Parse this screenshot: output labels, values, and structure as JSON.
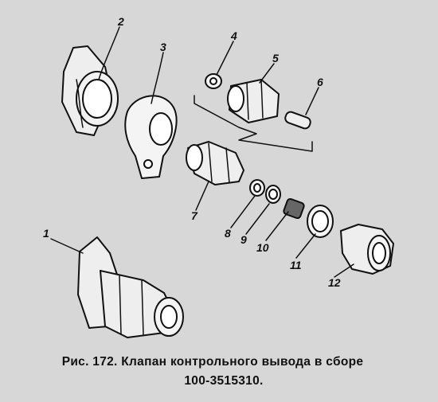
{
  "figure": {
    "callouts": [
      "1",
      "2",
      "3",
      "4",
      "5",
      "6",
      "7",
      "8",
      "9",
      "10",
      "11",
      "12"
    ]
  },
  "caption": {
    "line1": "Рис. 172. Клапан контрольного вывода в сборе",
    "line2": "100-3515310."
  }
}
